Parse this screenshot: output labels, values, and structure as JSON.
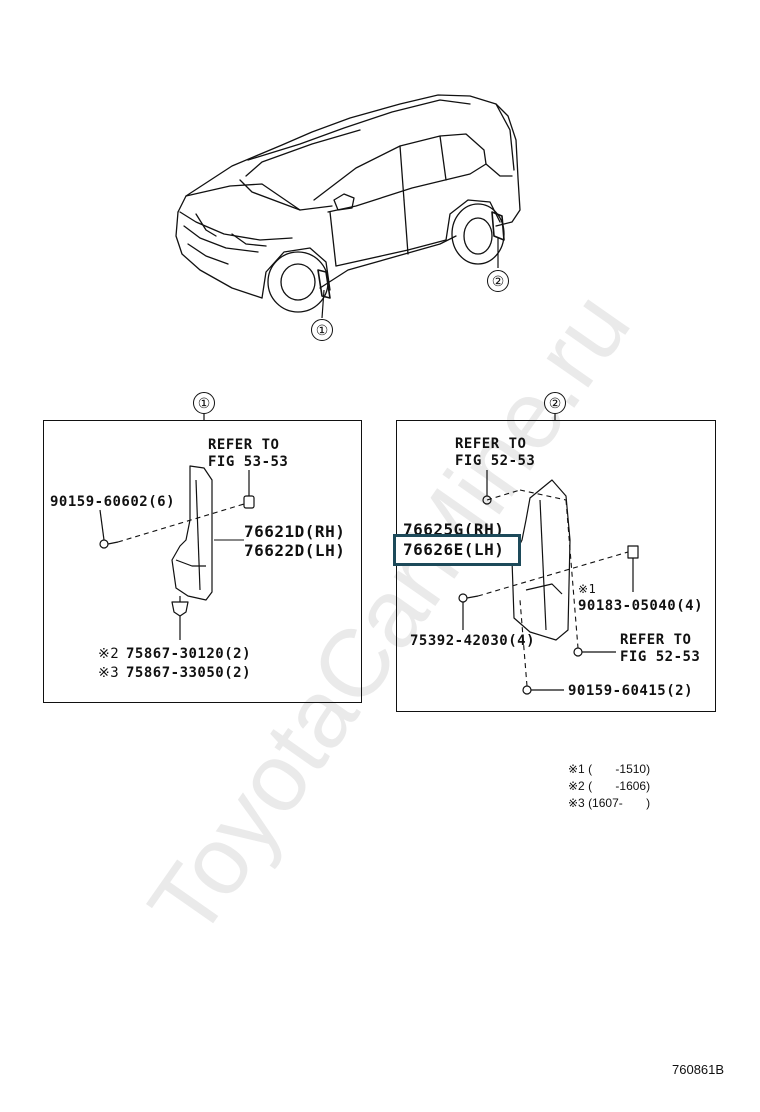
{
  "callouts": {
    "one": "①",
    "two": "②"
  },
  "panel1": {
    "refer_line1": "REFER TO",
    "refer_line2": "FIG 53-53",
    "bolt": "90159-60602(6)",
    "part_rh": "76621D(RH)",
    "part_lh": "76622D(LH)",
    "clip1_mark": "※2",
    "clip1": "75867-30120(2)",
    "clip2_mark": "※3",
    "clip2": "75867-33050(2)"
  },
  "panel2": {
    "refer_top_line1": "REFER TO",
    "refer_top_line2": "FIG 52-53",
    "part_rh": "76625G(RH)",
    "part_lh": "76626E(LH)",
    "nut_mark": "※1",
    "nut": "90183-05040(4)",
    "screw": "75392-42030(4)",
    "refer_bot_line1": "REFER TO",
    "refer_bot_line2": "FIG 52-53",
    "bolt": "90159-60415(2)"
  },
  "notes": {
    "n1": "※1 (       -1510)",
    "n2": "※2 (       -1606)",
    "n3": "※3 (1607-       )"
  },
  "figure_code": "760861B",
  "watermark": "ToyotaCarMine.ru"
}
